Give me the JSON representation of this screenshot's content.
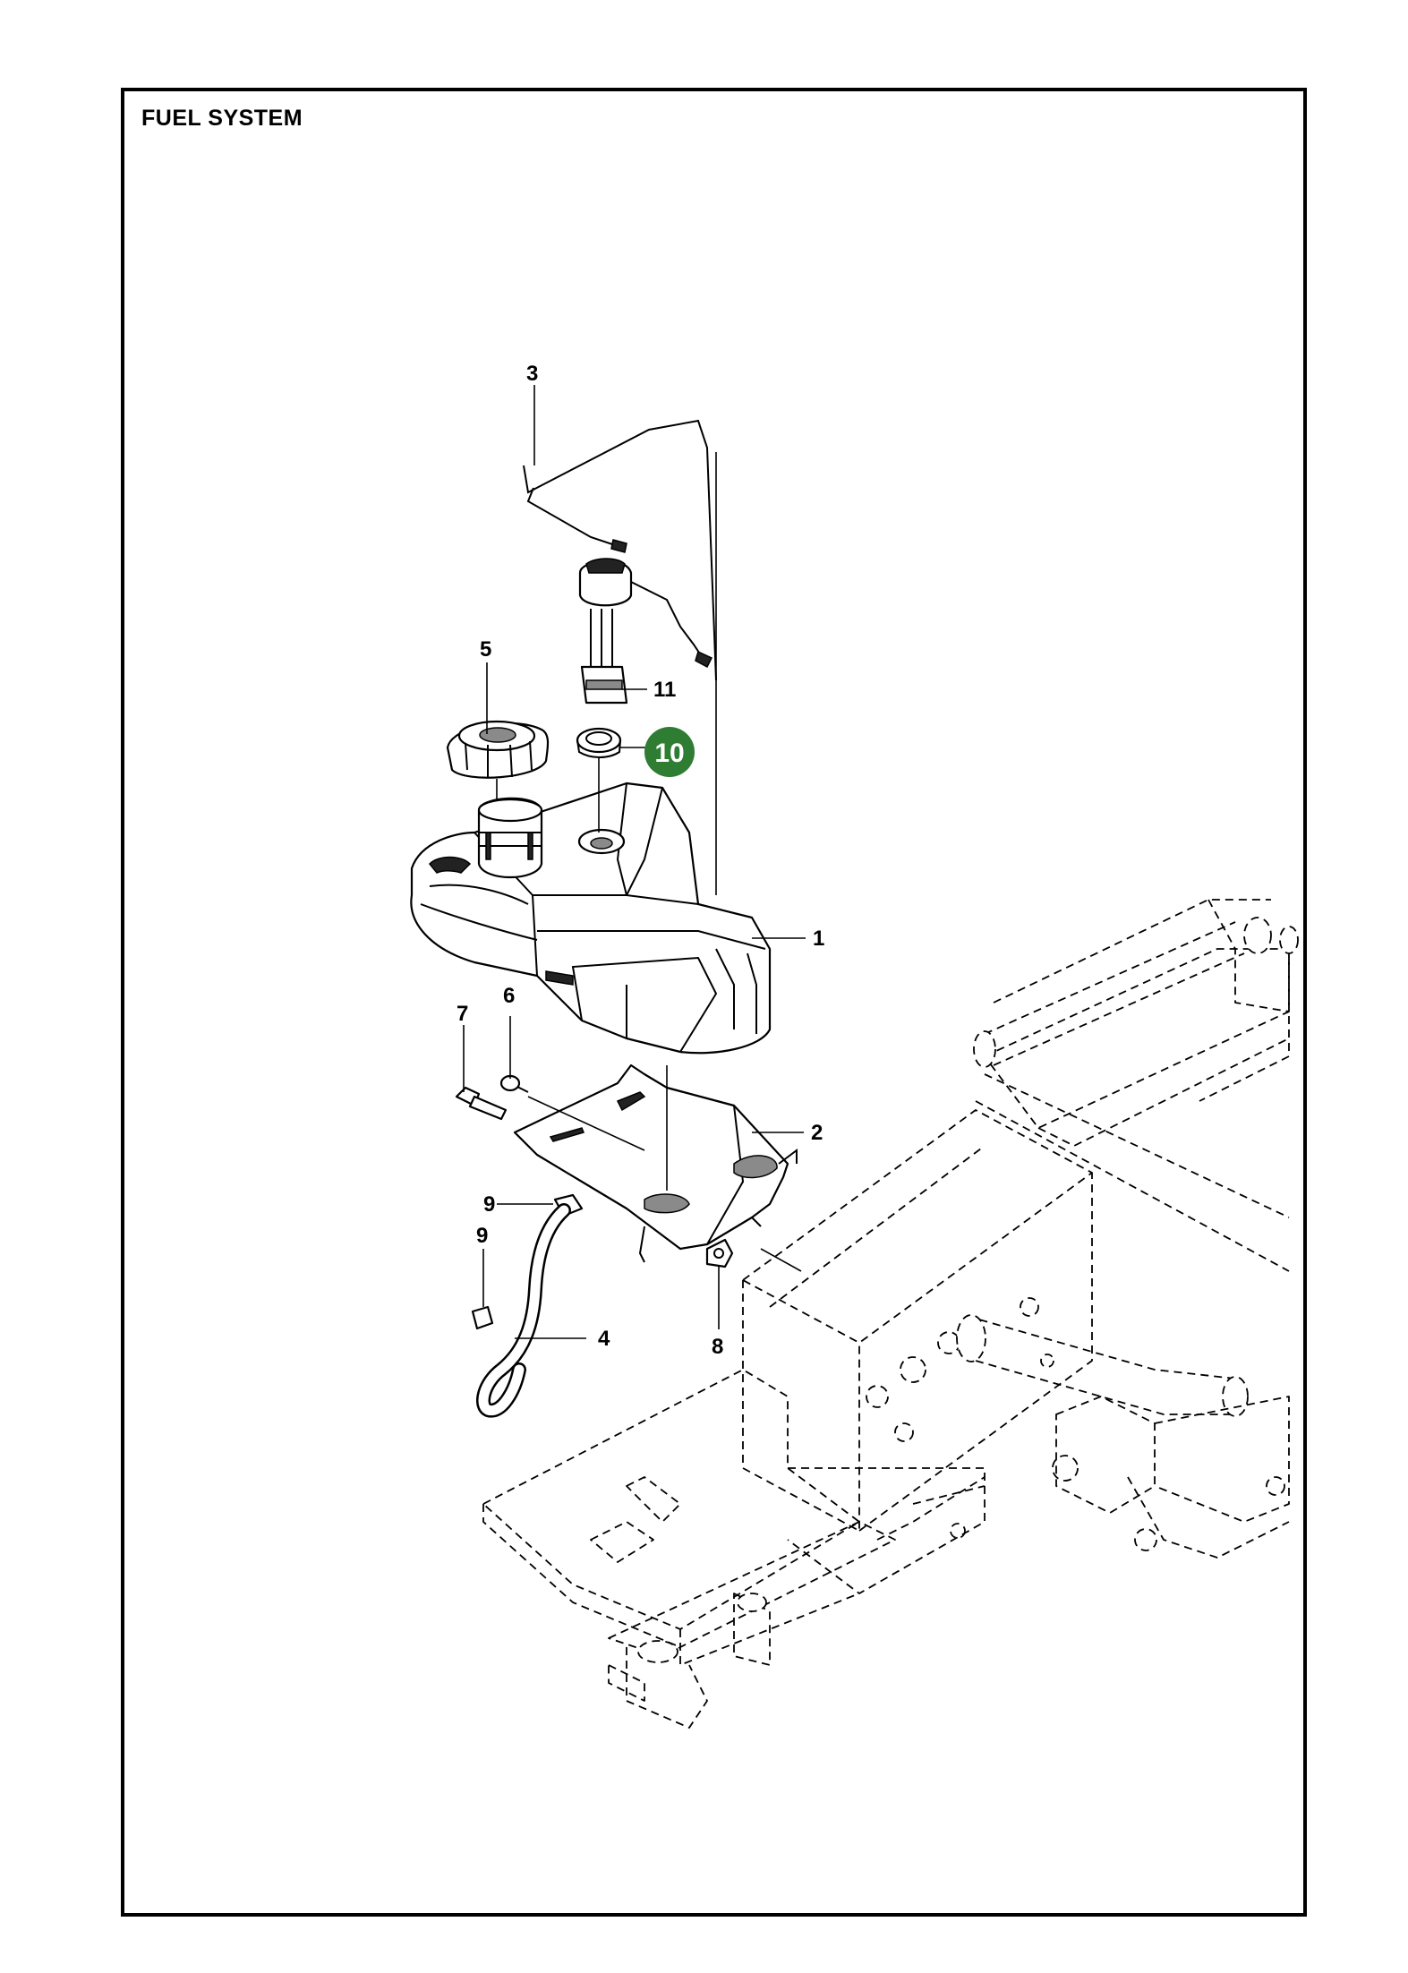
{
  "title": "FUEL SYSTEM",
  "highlight_color": "#2e7d32",
  "callouts": [
    {
      "id": "c1",
      "label": "1"
    },
    {
      "id": "c2",
      "label": "2"
    },
    {
      "id": "c3",
      "label": "3"
    },
    {
      "id": "c4",
      "label": "4"
    },
    {
      "id": "c5",
      "label": "5"
    },
    {
      "id": "c6",
      "label": "6"
    },
    {
      "id": "c7",
      "label": "7"
    },
    {
      "id": "c8",
      "label": "8"
    },
    {
      "id": "c9a",
      "label": "9"
    },
    {
      "id": "c9b",
      "label": "9"
    },
    {
      "id": "c10",
      "label": "10",
      "highlighted": true
    },
    {
      "id": "c11",
      "label": "11"
    }
  ]
}
